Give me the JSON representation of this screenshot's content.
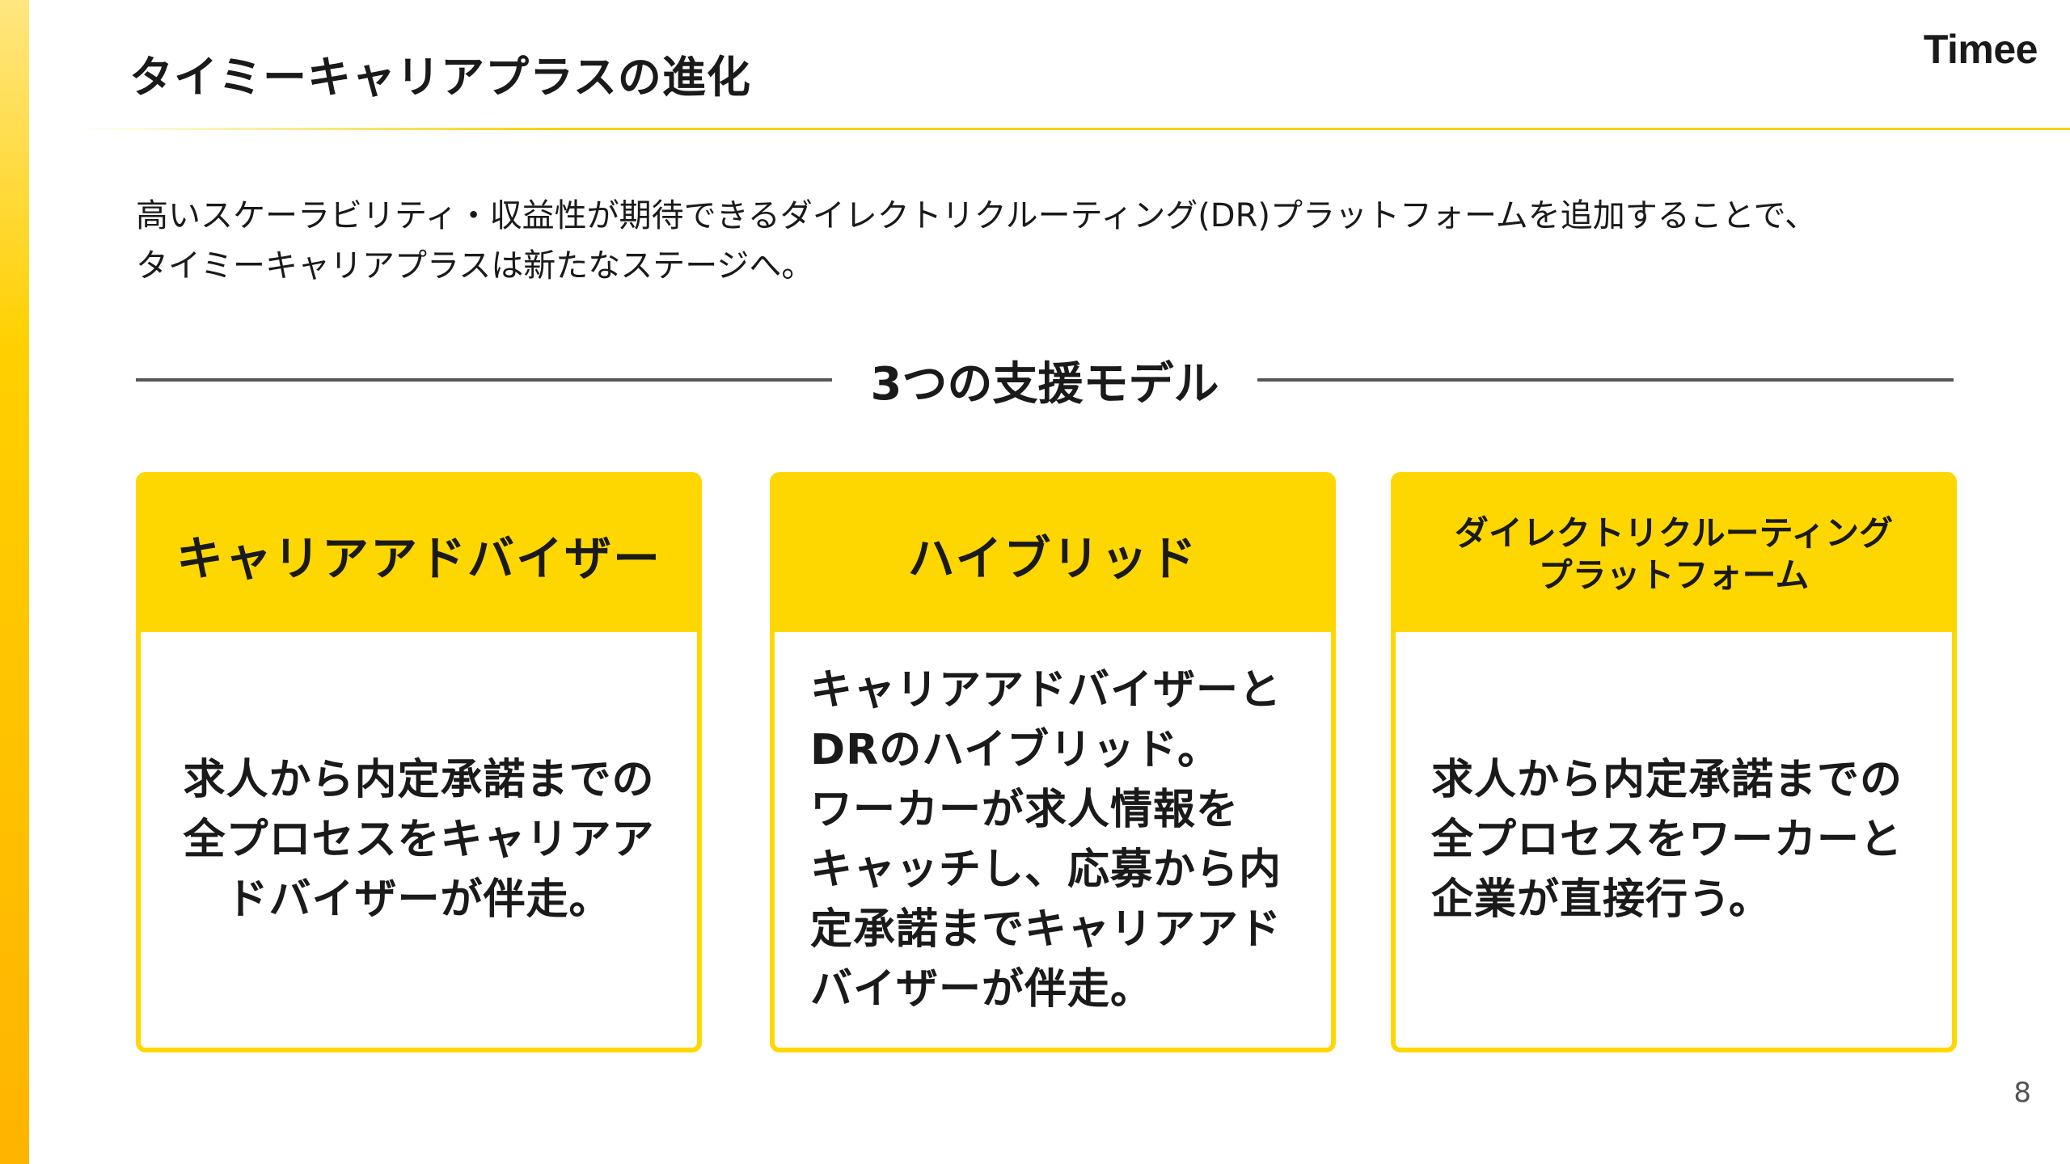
{
  "header": {
    "title": "タイミーキャリアプラスの進化",
    "logo": "Timee"
  },
  "lead": {
    "line1": "高いスケーラビリティ・収益性が期待できるダイレクトリクルーティング(DR)プラットフォームを追加することで、",
    "line2": "タイミーキャリアプラスは新たなステージへ。"
  },
  "section": {
    "heading": "3つの支援モデル"
  },
  "cards": [
    {
      "title_lines": [
        "キャリアアドバイザー"
      ],
      "body_lines": [
        "求人から内定承諾までの",
        "全プロセスをキャリアア",
        "ドバイザーが伴走。"
      ]
    },
    {
      "title_lines": [
        "ハイブリッド"
      ],
      "body_lines": [
        "キャリアアドバイザーと",
        "DRのハイブリッド。",
        "ワーカーが求人情報を",
        "キャッチし、応募から内",
        "定承諾までキャリアアド",
        "バイザーが伴走。"
      ]
    },
    {
      "title_lines": [
        "ダイレクトリクルーティング",
        "プラットフォーム"
      ],
      "body_lines": [
        "求人から内定承諾までの",
        "全プロセスをワーカーと",
        "企業が直接行う。"
      ]
    }
  ],
  "footer": {
    "page_number": "8"
  },
  "colors": {
    "accent": "#ffd700",
    "text": "#1a1a1a",
    "rule": "#555555"
  }
}
